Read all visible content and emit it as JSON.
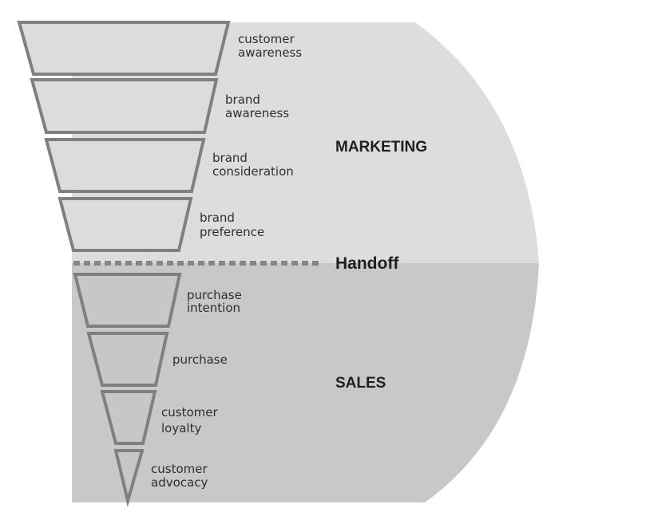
{
  "colors": {
    "marketing_bg": "#dddddf",
    "sales_bg": "#c7c8ca",
    "marketing_stage_fill": "#dcdcde",
    "sales_stage_fill": "#c6c7c9",
    "stage_outline": "#7f8082",
    "divider": "#858688",
    "text": "#2e2e2e"
  },
  "zones": {
    "marketing": "MARKETING",
    "handoff": "Handoff",
    "sales": "SALES"
  },
  "stages": [
    {
      "zone": "marketing",
      "lines": [
        "customer",
        "awareness"
      ]
    },
    {
      "zone": "marketing",
      "lines": [
        "brand",
        "awareness"
      ]
    },
    {
      "zone": "marketing",
      "lines": [
        "brand",
        "consideration"
      ]
    },
    {
      "zone": "marketing",
      "lines": [
        "brand",
        "preference"
      ]
    },
    {
      "zone": "sales",
      "lines": [
        "purchase",
        "intention"
      ]
    },
    {
      "zone": "sales",
      "lines": [
        "purchase"
      ]
    },
    {
      "zone": "sales",
      "lines": [
        "customer",
        "loyalty"
      ]
    },
    {
      "zone": "sales",
      "lines": [
        "customer",
        "advocacy"
      ]
    }
  ]
}
